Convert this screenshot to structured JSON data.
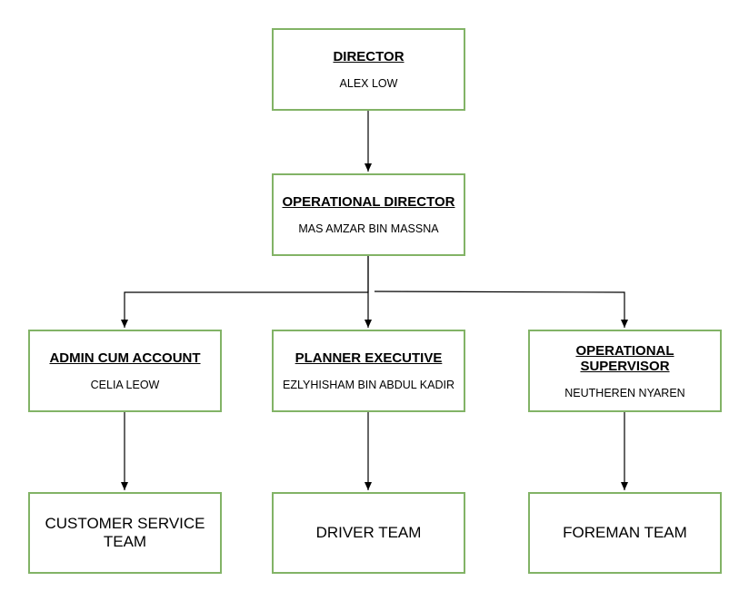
{
  "colors": {
    "box_border": "#82b366",
    "connector": "#000000"
  },
  "nodes": {
    "director": {
      "role": "DIRECTOR",
      "name": "ALEX LOW"
    },
    "operational_director": {
      "role": "OPERATIONAL DIRECTOR",
      "name": "MAS AMZAR BIN MASSNA"
    },
    "admin": {
      "role": "ADMIN CUM ACCOUNT",
      "name": "CELIA LEOW"
    },
    "planner": {
      "role": "PLANNER EXECUTIVE",
      "name": "EZLYHISHAM BIN ABDUL KADIR"
    },
    "supervisor": {
      "role": "OPERATIONAL SUPERVISOR",
      "name": "NEUTHEREN NYAREN"
    },
    "customer_service": {
      "label": "CUSTOMER SERVICE TEAM"
    },
    "driver": {
      "label": "DRIVER TEAM"
    },
    "foreman": {
      "label": "FOREMAN TEAM"
    }
  },
  "edges": [
    [
      "director",
      "operational_director"
    ],
    [
      "operational_director",
      "admin"
    ],
    [
      "operational_director",
      "planner"
    ],
    [
      "operational_director",
      "supervisor"
    ],
    [
      "admin",
      "customer_service"
    ],
    [
      "planner",
      "driver"
    ],
    [
      "supervisor",
      "foreman"
    ]
  ]
}
